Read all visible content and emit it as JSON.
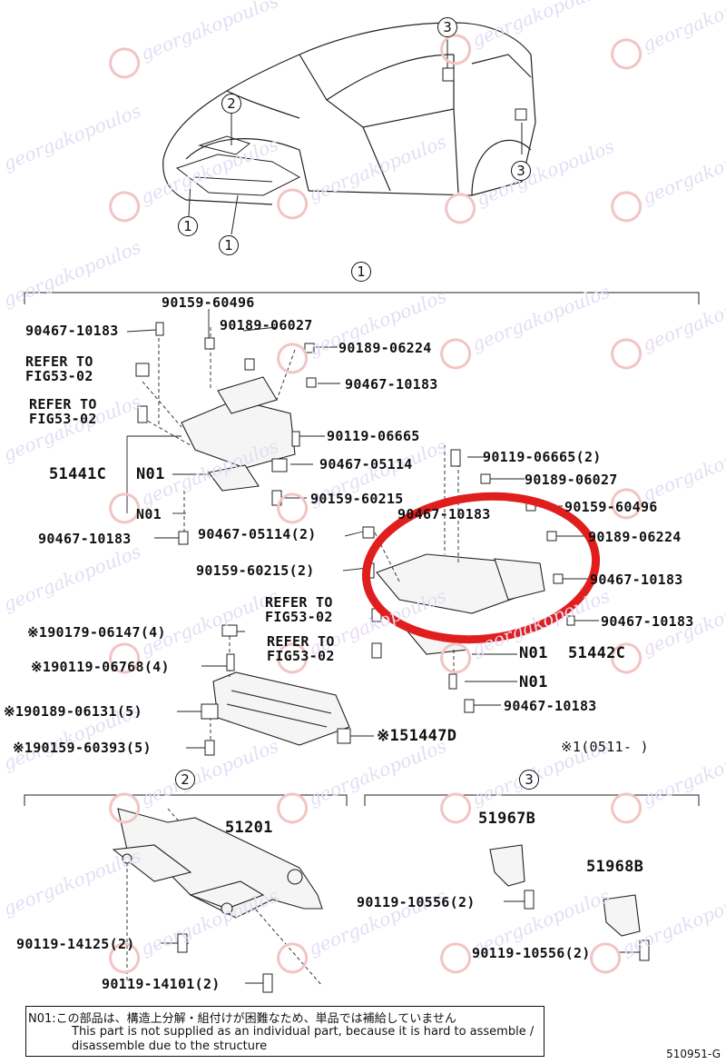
{
  "watermark": {
    "text": "georgakopoulos"
  },
  "callouts": {
    "one": "1",
    "two": "2",
    "three": "3"
  },
  "labels": {
    "p90159_60496_top": "90159-60496",
    "p90467_10183_a": "90467-10183",
    "p90189_06027_a": "90189-06027",
    "p90189_06224_a": "90189-06224",
    "refer_a_1": "REFER TO",
    "refer_a_2": "FIG53-02",
    "p90467_10183_b": "90467-10183",
    "refer_b_1": "REFER TO",
    "refer_b_2": "FIG53-02",
    "p90119_06665_a": "90119-06665",
    "p90467_05114_a": "90467-05114",
    "p51441c": "51441C",
    "n01_a": "N01",
    "p90159_60215_a": "90159-60215",
    "n01_b": "N01",
    "p90467_10183_c": "90467-10183",
    "p90467_05114_2": "90467-05114(2)",
    "p90119_06665_2": "90119-06665(2)",
    "p90189_06027_b": "90189-06027",
    "p90467_10183_d": "90467-10183",
    "p90159_60496_b": "90159-60496",
    "p90189_06224_b": "90189-06224",
    "p90159_60215_2": "90159-60215(2)",
    "p90467_10183_e": "90467-10183",
    "refer_c_1": "REFER TO",
    "refer_c_2": "FIG53-02",
    "p90467_10183_f": "90467-10183",
    "p90179_06147": "※190179-06147(4)",
    "refer_d_1": "REFER TO",
    "refer_d_2": "FIG53-02",
    "n01_c": "N01",
    "p51442c": "51442C",
    "p90119_06768": "※190119-06768(4)",
    "n01_d": "N01",
    "p90189_06131": "※190189-06131(5)",
    "p90467_10183_g": "90467-10183",
    "p51447d": "※151447D",
    "p90159_60393": "※190159-60393(5)",
    "date_range": "※1(0511-     )",
    "p51201": "51201",
    "p51967b": "51967B",
    "p51968b": "51968B",
    "p90119_10556_a": "90119-10556(2)",
    "p90119_14125": "90119-14125(2)",
    "p90119_10556_b": "90119-10556(2)",
    "p90119_14101": "90119-14101(2)"
  },
  "note": {
    "line1": "N01:この部品は、構造上分解・組付けが困難なため、単品では補給していません",
    "line2": "This part is not supplied as an individual part, because it is hard to assemble /",
    "line3": "disassemble due to the structure"
  },
  "figure_ref": "510951-G",
  "colors": {
    "highlight": "#e01e1e",
    "watermark": "#e6dcf5",
    "line": "#111111"
  }
}
